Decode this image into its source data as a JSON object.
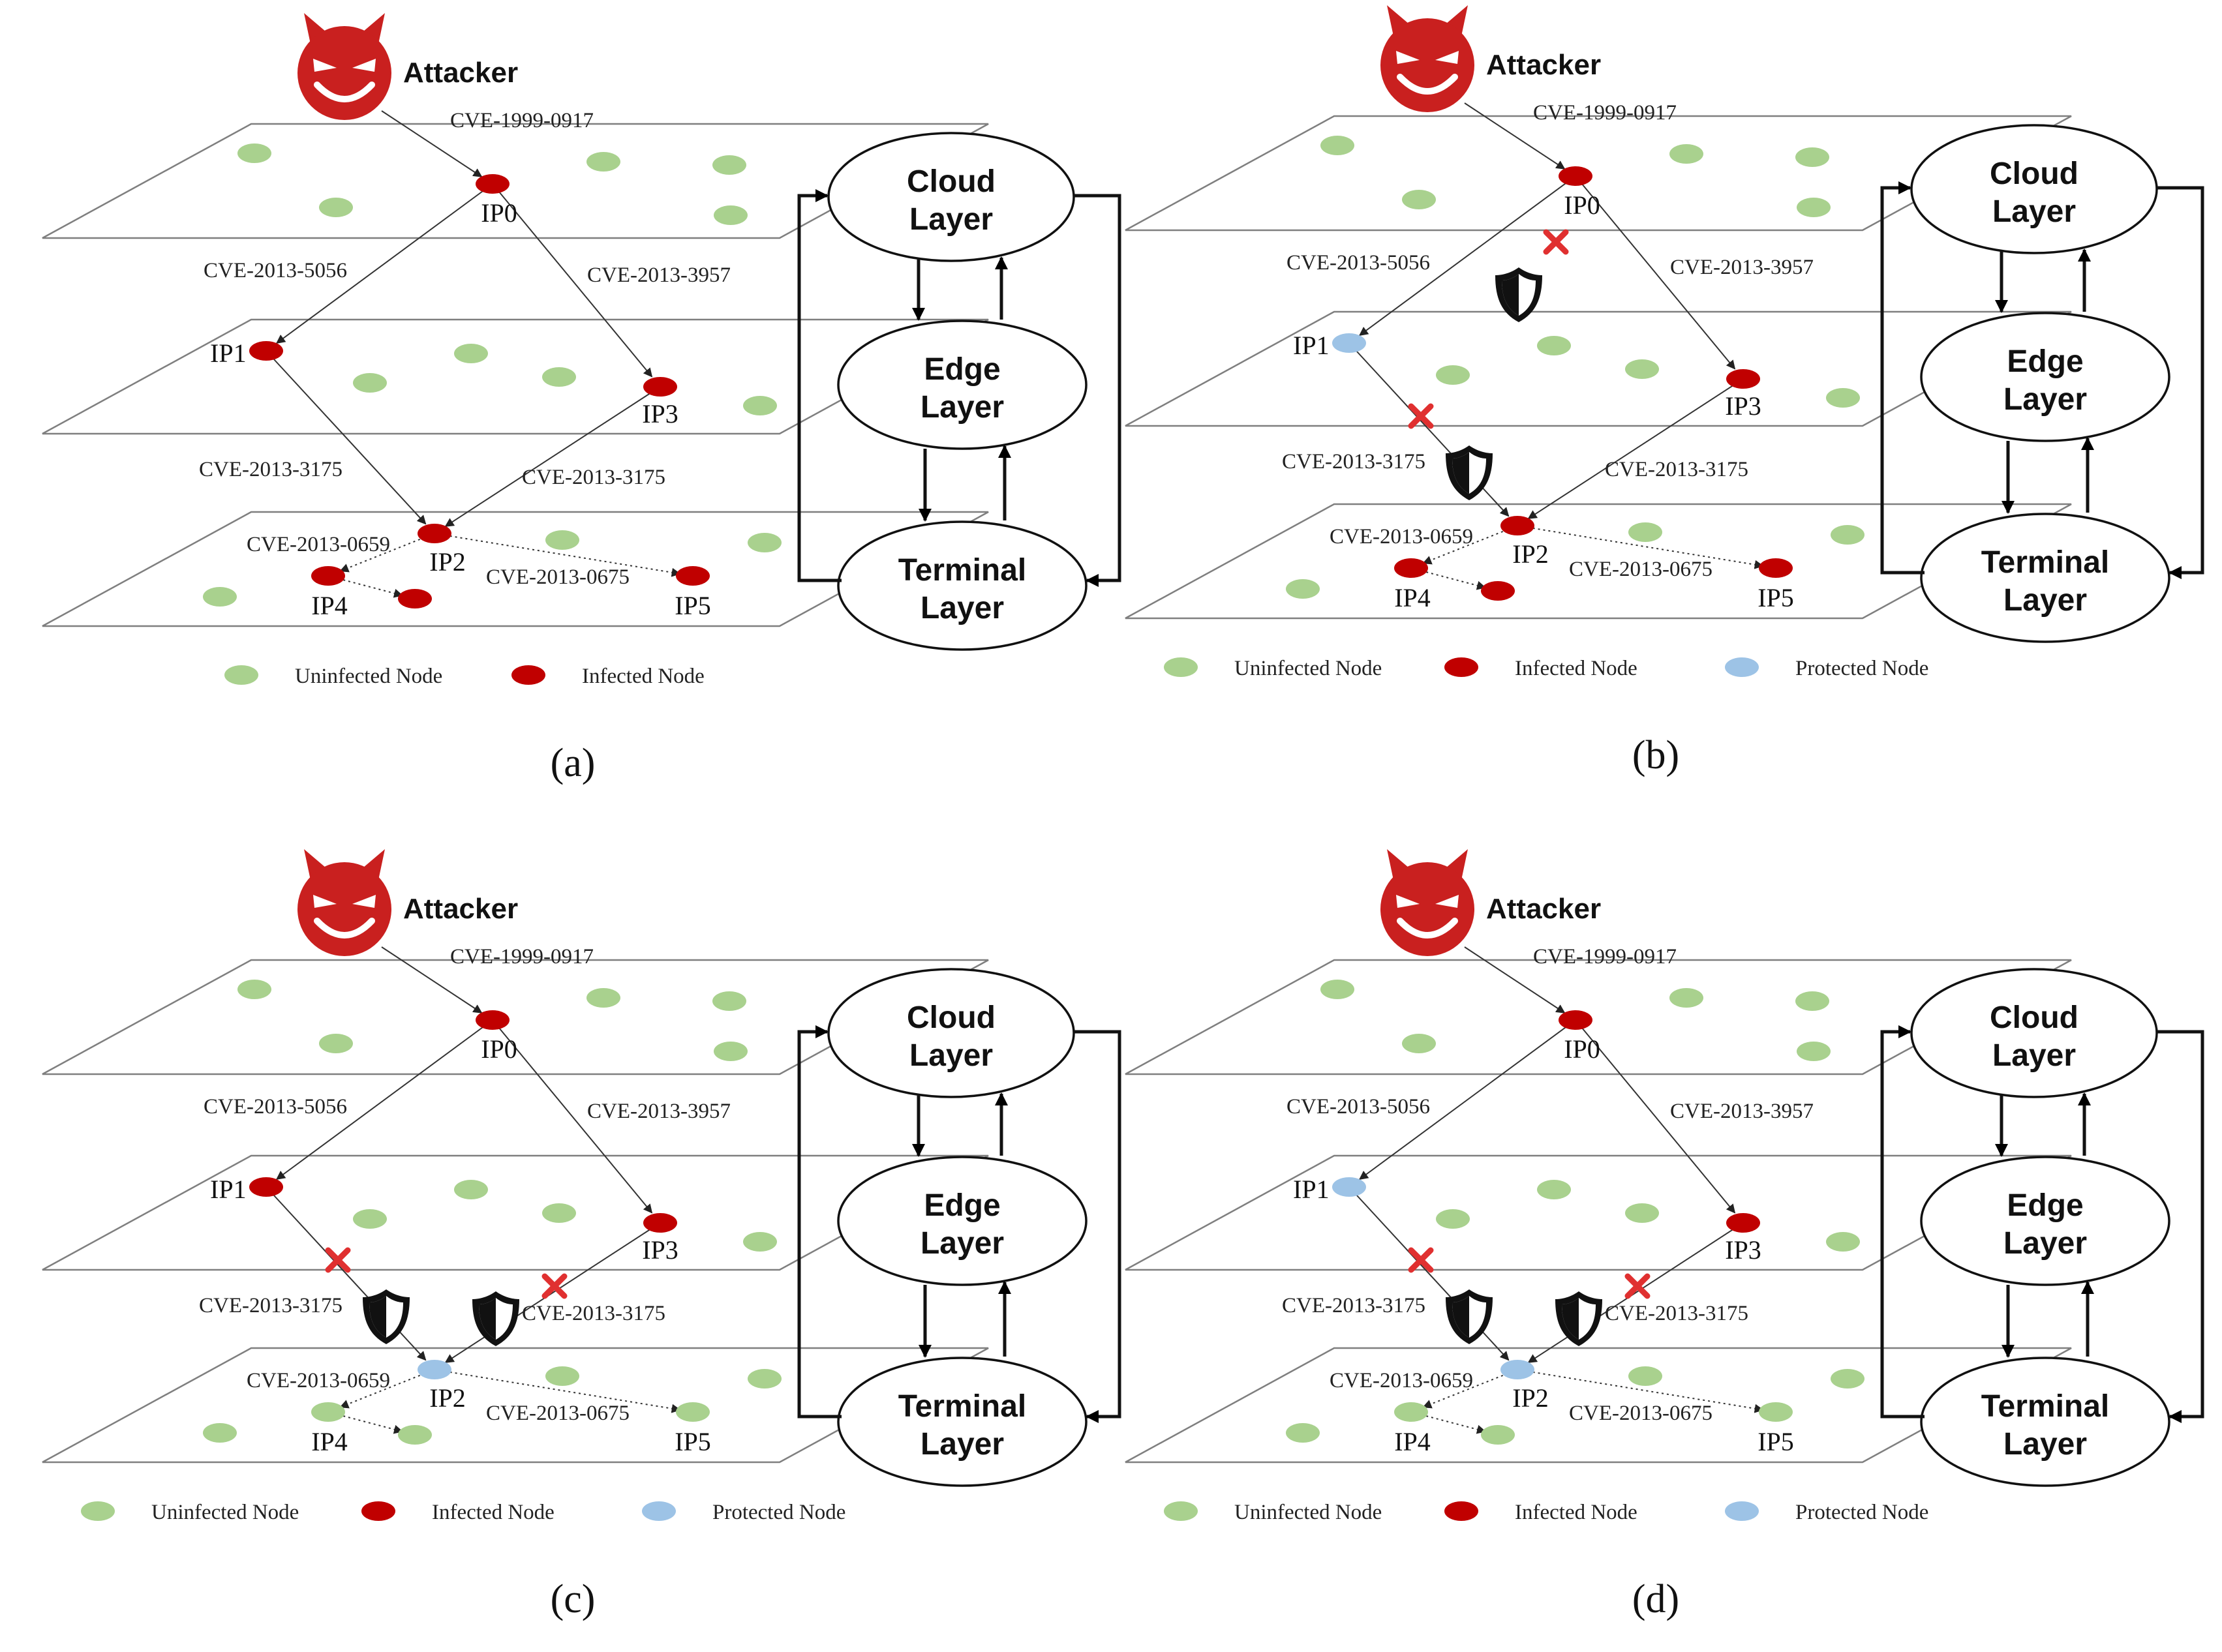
{
  "colors": {
    "uninfected": "#a9d18e",
    "infected": "#c00000",
    "protected": "#9dc3e6",
    "attacker": "#c9201f",
    "plane": "#7f7f7f"
  },
  "attacker_label": "Attacker",
  "layers": {
    "cloud": [
      "Cloud",
      "Layer"
    ],
    "edge": [
      "Edge",
      "Layer"
    ],
    "terminal": [
      "Terminal",
      "Layer"
    ]
  },
  "cves": {
    "e0": "CVE-1999-0917",
    "e1": "CVE-2013-5056",
    "e2": "CVE-2013-3957",
    "e3": "CVE-2013-3175",
    "e4": "CVE-2013-3175",
    "e5": "CVE-2013-0659",
    "e6": "CVE-2013-0675"
  },
  "ips": {
    "ip0": "IP0",
    "ip1": "IP1",
    "ip2": "IP2",
    "ip3": "IP3",
    "ip4": "IP4",
    "ip5": "IP5"
  },
  "legend": {
    "uninfected": "Uninfected Node",
    "infected": "Infected Node",
    "protected": "Protected Node"
  },
  "panels": [
    {
      "caption": "(a)",
      "states": {
        "ip0": "infected",
        "ip1": "infected",
        "ip2": "infected",
        "ip3": "infected",
        "ip4": "infected",
        "n4b": "infected",
        "ip5": "infected"
      },
      "blocked_edges": [],
      "shields": [],
      "legend": [
        "uninfected",
        "infected"
      ]
    },
    {
      "caption": "(b)",
      "states": {
        "ip0": "infected",
        "ip1": "protected",
        "ip2": "infected",
        "ip3": "infected",
        "ip4": "infected",
        "n4b": "infected",
        "ip5": "infected"
      },
      "blocked_edges": [
        "e1",
        "e3"
      ],
      "shields": [
        "e1",
        "e3"
      ],
      "legend": [
        "uninfected",
        "infected",
        "protected"
      ]
    },
    {
      "caption": "(c)",
      "states": {
        "ip0": "infected",
        "ip1": "infected",
        "ip2": "protected",
        "ip3": "infected",
        "ip4": "uninfected",
        "n4b": "uninfected",
        "ip5": "uninfected"
      },
      "blocked_edges": [
        "e3",
        "e4"
      ],
      "shields": [
        "e3",
        "e4"
      ],
      "legend": [
        "uninfected",
        "infected",
        "protected"
      ]
    },
    {
      "caption": "(d)",
      "states": {
        "ip0": "infected",
        "ip1": "protected",
        "ip2": "protected",
        "ip3": "infected",
        "ip4": "uninfected",
        "n4b": "uninfected",
        "ip5": "uninfected"
      },
      "blocked_edges": [
        "e3",
        "e4"
      ],
      "shields": [
        "e3",
        "e4"
      ],
      "legend": [
        "uninfected",
        "infected",
        "protected"
      ]
    }
  ]
}
